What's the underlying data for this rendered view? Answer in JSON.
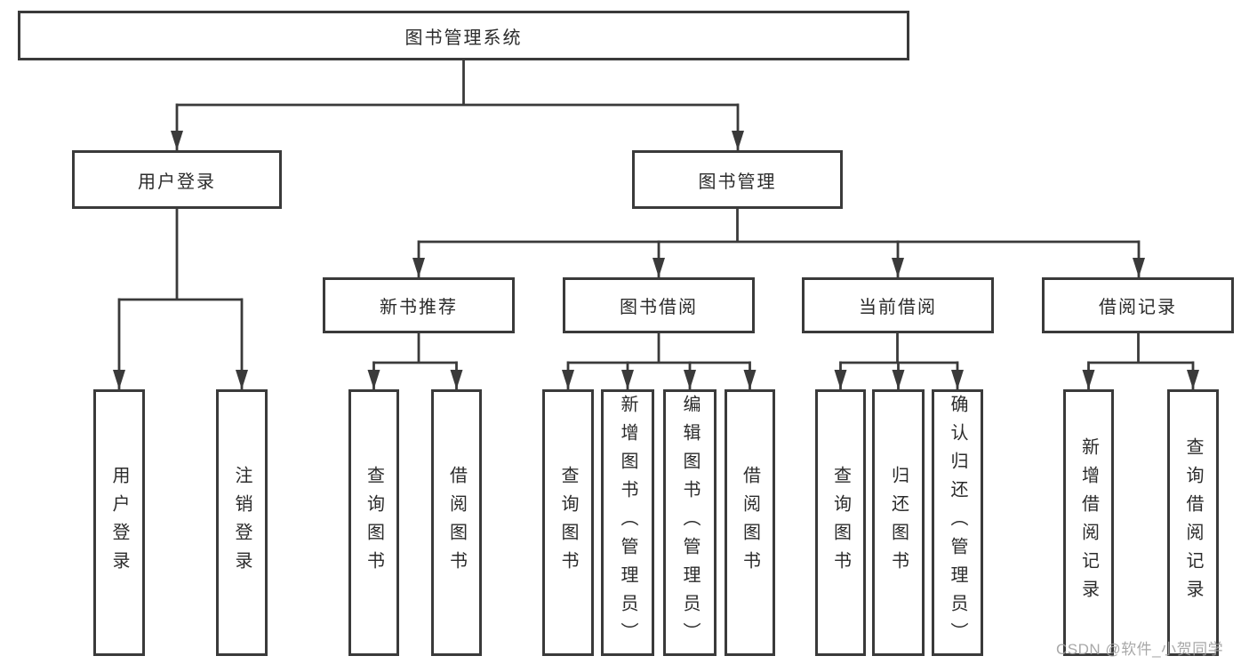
{
  "diagram_title": "图书管理系统",
  "tree": {
    "root": {
      "label": "图书管理系统"
    },
    "level2": [
      {
        "label": "用户登录",
        "parent": "图书管理系统"
      },
      {
        "label": "图书管理",
        "parent": "图书管理系统"
      }
    ],
    "level3": [
      {
        "label": "新书推荐",
        "parent": "图书管理"
      },
      {
        "label": "图书借阅",
        "parent": "图书管理"
      },
      {
        "label": "当前借阅",
        "parent": "图书管理"
      },
      {
        "label": "借阅记录",
        "parent": "图书管理"
      }
    ],
    "leaves": [
      {
        "label": "用户登录",
        "parent": "用户登录"
      },
      {
        "label": "注销登录",
        "parent": "用户登录"
      },
      {
        "label": "查询图书",
        "parent": "新书推荐"
      },
      {
        "label": "借阅图书",
        "parent": "新书推荐"
      },
      {
        "label": "查询图书",
        "parent": "图书借阅"
      },
      {
        "label": "新增图书（管理员）",
        "parent": "图书借阅"
      },
      {
        "label": "编辑图书（管理员）",
        "parent": "图书借阅"
      },
      {
        "label": "借阅图书",
        "parent": "图书借阅"
      },
      {
        "label": "查询图书",
        "parent": "当前借阅"
      },
      {
        "label": "归还图书",
        "parent": "当前借阅"
      },
      {
        "label": "确认归还（管理员）",
        "parent": "当前借阅"
      },
      {
        "label": "新增借阅记录",
        "parent": "借阅记录"
      },
      {
        "label": "查询借阅记录",
        "parent": "借阅记录"
      }
    ]
  },
  "watermark": "CSDN @软件_小贺同学",
  "colors": {
    "line": "#3a3a3a",
    "text": "#2b2b2b",
    "watermark": "#9e9e9e",
    "background": "#ffffff"
  }
}
